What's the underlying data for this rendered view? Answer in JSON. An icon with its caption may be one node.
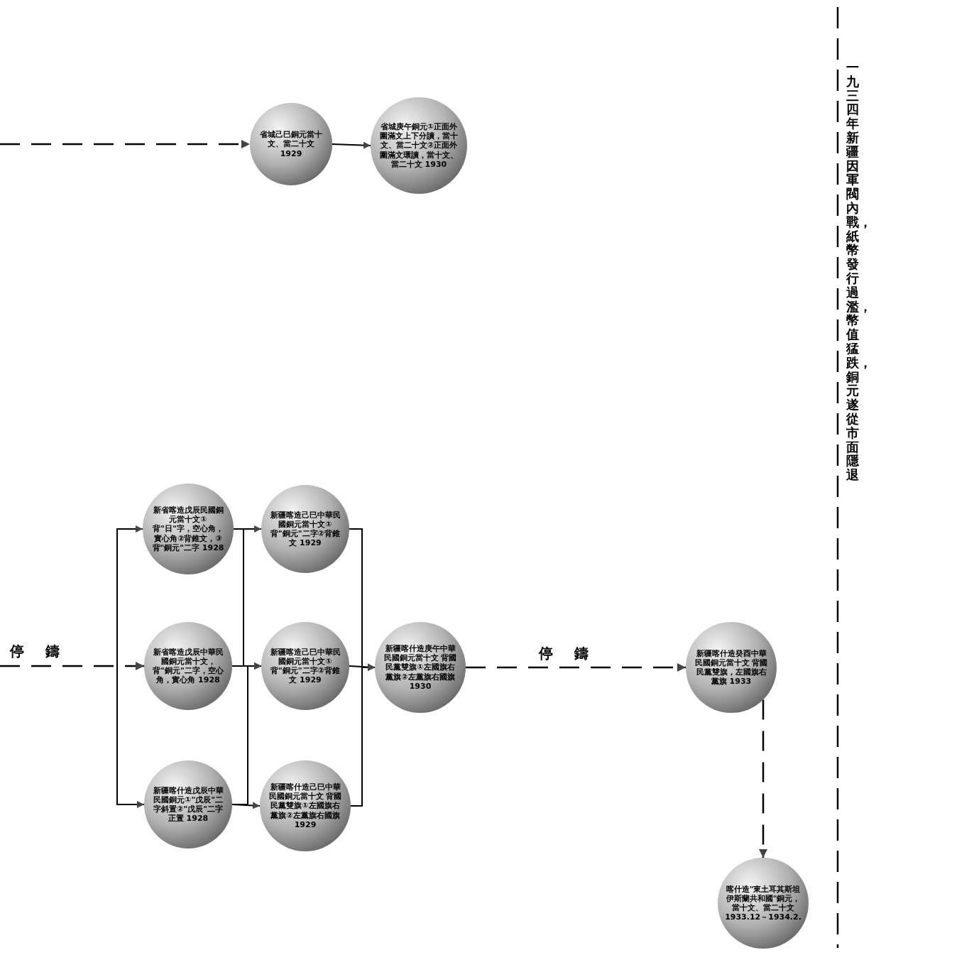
{
  "diagram": {
    "nodes": [
      {
        "text": [
          "省城己巳銅元當十文、當二十文1929"
        ]
      },
      {
        "text": [
          "省城庚午銅元①正面外圍滿文上下分讀，當十文、當二十文②正面外圍滿文環讀，當十文、當二十文 1930"
        ]
      },
      {
        "text": [
          "新省喀造戊辰民國銅元當十文①背\"日\"字，空心角，實心角②背錐文，③背\"銅元\"二字 1928"
        ]
      },
      {
        "text": [
          "新疆喀造己巳中華民國銅元當十文①背\"銅元\"二字②背錐文 1929"
        ]
      },
      {
        "text": [
          "新省喀造戊辰中華民國銅元當十文，背\"銅元\"二字，空心角，實心角 1928"
        ]
      },
      {
        "text": [
          "新疆喀造己巳中華民國銅元當十文①背\"銅元\"二字②背錐文 1929"
        ]
      },
      {
        "text": [
          "新疆喀什造庚午中華民國銅元當十文 背國民黨雙旗①左國旗右黨旗②左黨旗右國旗 1930"
        ]
      },
      {
        "text": [
          "新疆喀什造戊辰中華民國銅元①\"戊辰\"二字斜置②\"戊辰\"二字正置 1928"
        ]
      },
      {
        "text": [
          "新疆喀什造己巳中華民國銅元當十文 背國民黨雙旗①左國旗右黨旗②左黨旗右國旗 1929"
        ]
      },
      {
        "text": [
          "新疆喀什造癸酉中華民國銅元當十文 背國民黨雙旗，左國旗右黨旗 1933"
        ]
      },
      {
        "text": [
          "喀什造\"東土耳其斯坦伊斯蘭共和國\"銅元，當十文、當二十文 1933.12－1934.2."
        ]
      }
    ],
    "edges": [
      {
        "from": null,
        "to": 0,
        "arrow": "to",
        "style": "dashed"
      },
      {
        "from": 0,
        "to": 1,
        "arrow": "to"
      },
      {
        "from": null,
        "to": 2,
        "arrow": "to"
      },
      {
        "from": null,
        "to": 4,
        "arrow": "to",
        "style": "dashed",
        "label": "停鑄"
      },
      {
        "from": null,
        "to": 7,
        "arrow": "to"
      },
      {
        "from": 2,
        "to": 3,
        "arrow": "to"
      },
      {
        "from": 4,
        "to": 5,
        "arrow": "to"
      },
      {
        "from": 7,
        "to": 8,
        "arrow": "to"
      },
      {
        "from": 2,
        "to": 5,
        "arrow": "to"
      },
      {
        "from": 7,
        "to": 5,
        "arrow": "to"
      },
      {
        "from": 3,
        "to": 6,
        "arrow": "to"
      },
      {
        "from": 5,
        "to": 6,
        "arrow": "to"
      },
      {
        "from": 8,
        "to": 6,
        "arrow": "to"
      },
      {
        "from": 6,
        "to": 9,
        "arrow": "to",
        "style": "dashed",
        "label": "停鑄"
      },
      {
        "from": 9,
        "to": 10,
        "arrow": "to",
        "style": "dashed"
      }
    ],
    "labels": [
      "一九三四年新疆因軍閥內戰，紙幣發行過濫，幣值猛跌，銅元遂從市面隱退"
    ]
  }
}
